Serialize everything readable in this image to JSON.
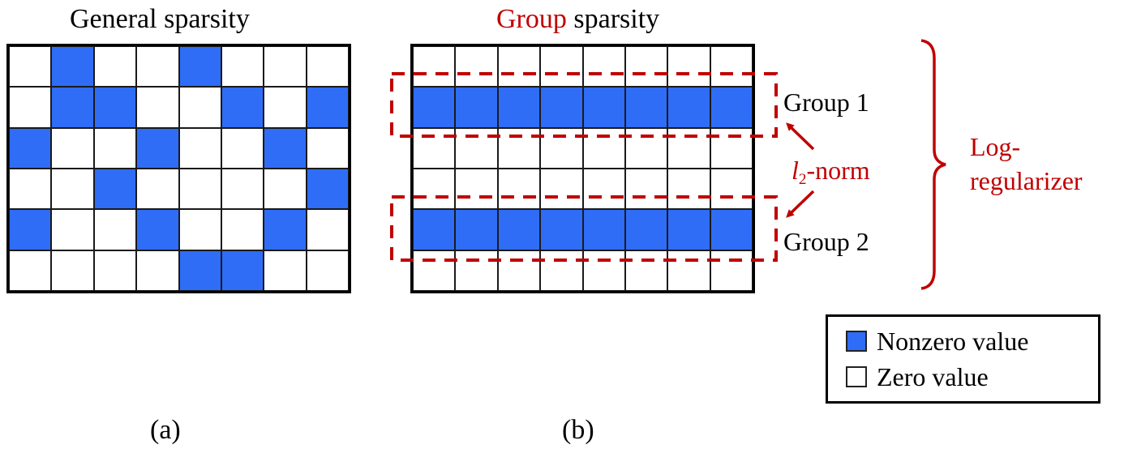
{
  "panel_a": {
    "title": "General sparsity",
    "caption": "(a)",
    "rows": 6,
    "cols": 8,
    "nonzero_cells": [
      [
        0,
        1
      ],
      [
        0,
        4
      ],
      [
        1,
        1
      ],
      [
        1,
        2
      ],
      [
        1,
        5
      ],
      [
        1,
        7
      ],
      [
        2,
        0
      ],
      [
        2,
        3
      ],
      [
        2,
        6
      ],
      [
        3,
        2
      ],
      [
        3,
        7
      ],
      [
        4,
        0
      ],
      [
        4,
        3
      ],
      [
        4,
        6
      ],
      [
        5,
        4
      ],
      [
        5,
        5
      ]
    ]
  },
  "panel_b": {
    "title_highlight": "Group",
    "title_rest": " sparsity",
    "caption": "(b)",
    "rows": 6,
    "cols": 8,
    "nonzero_rows": [
      1,
      4
    ],
    "groups": [
      {
        "label": "Group 1",
        "row": 1
      },
      {
        "label": "Group 2",
        "row": 4
      }
    ],
    "norm_label_var": "l",
    "norm_label_sub": "2",
    "norm_label_rest": "-norm",
    "regularizer_line1": "Log-",
    "regularizer_line2": "regularizer"
  },
  "legend": {
    "items": [
      {
        "label": "Nonzero value",
        "color": "#2F6DF6"
      },
      {
        "label": "Zero value",
        "color": "#FFFFFF"
      }
    ]
  },
  "colors": {
    "nonzero": "#2F6DF6",
    "zero": "#FFFFFF",
    "accent": "#C00000"
  }
}
